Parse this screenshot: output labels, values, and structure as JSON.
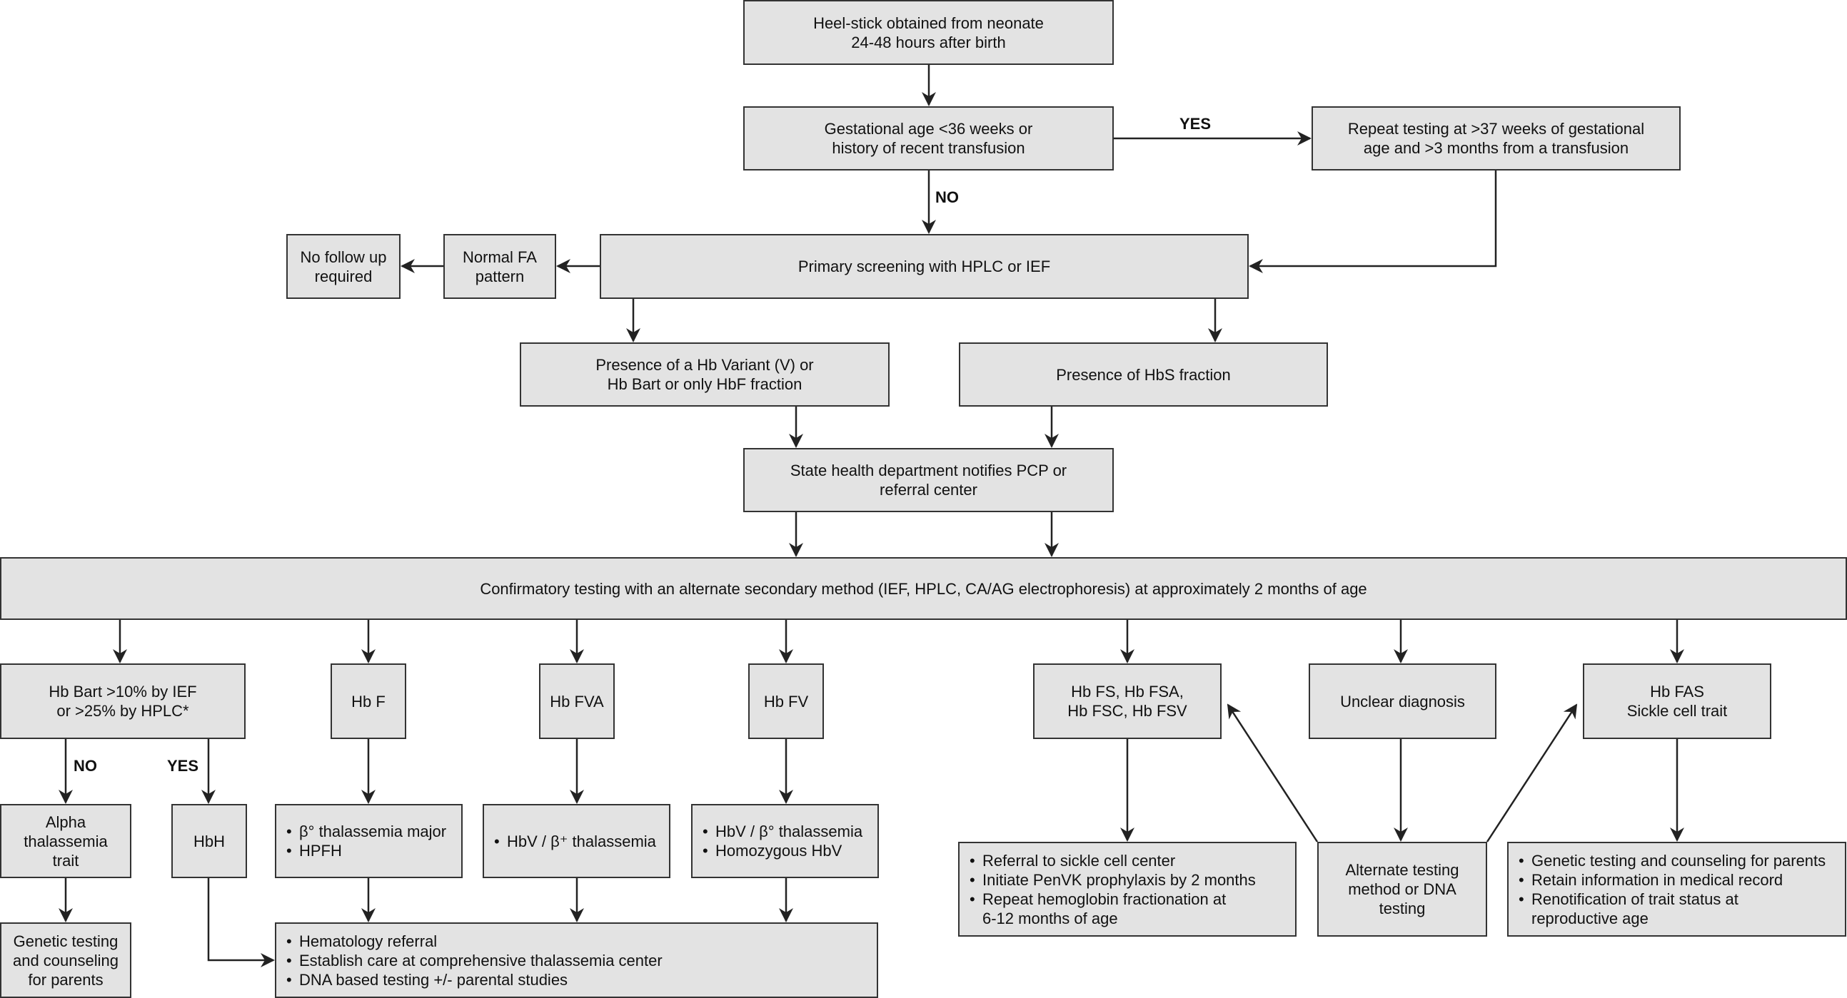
{
  "nodes": {
    "heelstick": [
      "Heel-stick obtained from neonate",
      "24-48 hours after birth"
    ],
    "gestational": [
      "Gestational age <36 weeks or",
      "history of recent transfusion"
    ],
    "repeat": [
      "Repeat testing at >37 weeks of gestational",
      "age and >3 months from a transfusion"
    ],
    "primary": [
      "Primary screening with HPLC or IEF"
    ],
    "normal_fa": [
      "Normal FA",
      "pattern"
    ],
    "no_followup": [
      "No follow up",
      "required"
    ],
    "variant": [
      "Presence of a Hb Variant (V) or",
      "Hb Bart or only HbF fraction"
    ],
    "hbs": [
      "Presence of HbS fraction"
    ],
    "state": [
      "State health department notifies PCP or",
      "referral center"
    ],
    "confirm": [
      "Confirmatory testing with an alternate secondary method (IEF, HPLC, CA/AG electrophoresis) at approximately 2 months of age"
    ],
    "hbbart": [
      "Hb Bart >10% by IEF",
      "or >25% by HPLC*"
    ],
    "hbf": [
      "Hb F"
    ],
    "hbfva": [
      "Hb FVA"
    ],
    "hbfv": [
      "Hb FV"
    ],
    "hbfs": [
      "Hb FS, Hb FSA,",
      "Hb FSC, Hb FSV"
    ],
    "unclear": [
      "Unclear diagnosis"
    ],
    "hbfas": [
      "Hb FAS",
      "Sickle cell trait"
    ],
    "alpha": [
      "Alpha",
      "thalassemia",
      "trait"
    ],
    "hbh": [
      "HbH"
    ],
    "beta_major": [
      "β° thalassemia major",
      "HPFH"
    ],
    "hbv_beta_plus": [
      "HbV / β⁺ thalassemia"
    ],
    "hbv_beta": [
      "HbV / β° thalassemia",
      "Homozygous HbV"
    ],
    "sickle_referral": [
      "Referral to sickle cell center",
      "Initiate PenVK prophylaxis by 2 months",
      "Repeat hemoglobin fractionation at",
      "6-12 months of age"
    ],
    "alternate": [
      "Alternate testing",
      "method or DNA",
      "testing"
    ],
    "trait_counsel": [
      "Genetic testing and counseling for parents",
      "Retain information in medical record",
      "Renotification of trait status at",
      "reproductive age"
    ],
    "genetic_alpha": [
      "Genetic testing",
      "and counseling",
      "for parents"
    ],
    "hematology": [
      "Hematology referral",
      "Establish care at comprehensive thalassemia center",
      "DNA based testing +/- parental studies"
    ]
  },
  "labels": {
    "yes_gest": "YES",
    "no_gest": "NO",
    "no_bart": "NO",
    "yes_bart": "YES"
  }
}
